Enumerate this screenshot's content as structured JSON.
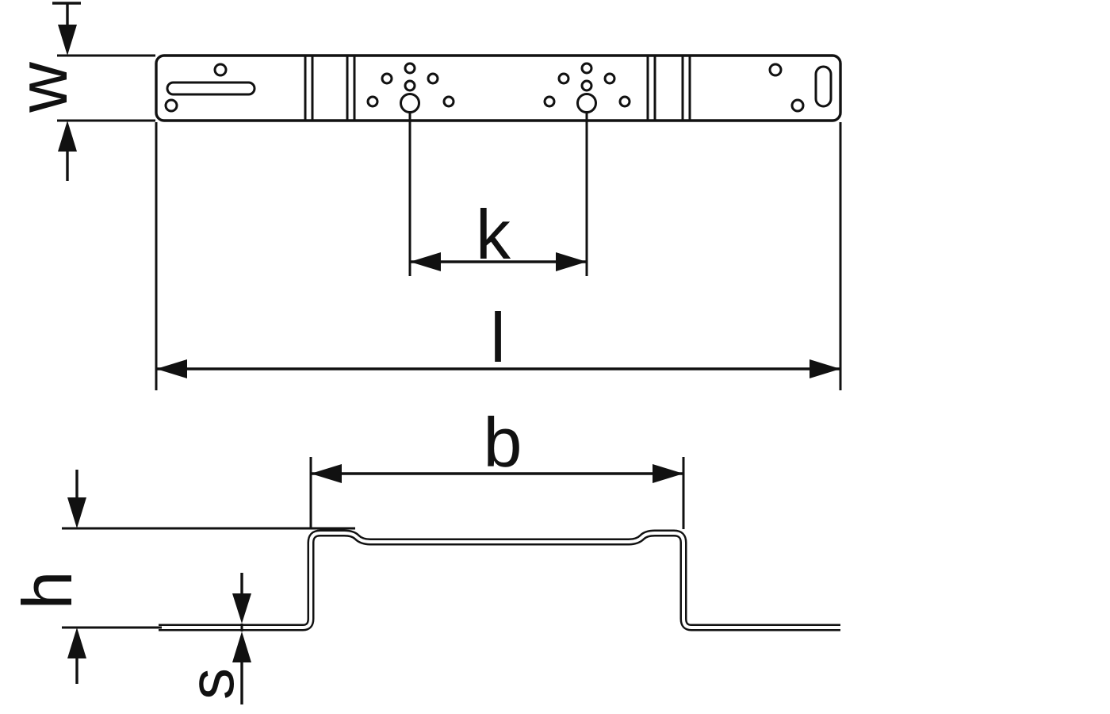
{
  "diagram": {
    "type": "technical-dimension-drawing",
    "views": {
      "top": "mounting-plate-top-view",
      "bottom": "hat-profile-cross-section"
    },
    "labels": {
      "w": "w",
      "k": "k",
      "l": "l",
      "b": "b",
      "h": "h",
      "s": "s"
    },
    "colors": {
      "line": "#111111",
      "background": "#ffffff"
    }
  }
}
